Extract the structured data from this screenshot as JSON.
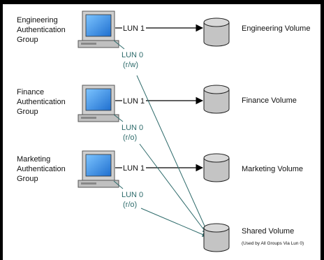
{
  "groups": [
    {
      "line1": "Engineering",
      "line2": "Authentication",
      "line3": "Group"
    },
    {
      "line1": "Finance",
      "line2": "Authentication",
      "line3": "Group"
    },
    {
      "line1": "Marketing",
      "line2": "Authentication",
      "line3": "Group"
    }
  ],
  "lun1_label": "LUN 1",
  "lun0": [
    {
      "label": "LUN 0",
      "mode": "(r/w)"
    },
    {
      "label": "LUN 0",
      "mode": "(r/o)"
    },
    {
      "label": "LUN 0",
      "mode": "(r/o)"
    }
  ],
  "volumes": [
    {
      "name": "Engineering Volume"
    },
    {
      "name": "Finance Volume"
    },
    {
      "name": "Marketing Volume"
    },
    {
      "name": "Shared Volume",
      "note": "(Used by All Groups Via Lun 0)"
    }
  ],
  "colors": {
    "lun0_line": "#2e6b6b",
    "lun1_line": "#000000",
    "monitor_screen": "#3a8de0",
    "computer_body": "#c9c9c9",
    "cylinder": "#c4c4c4"
  }
}
